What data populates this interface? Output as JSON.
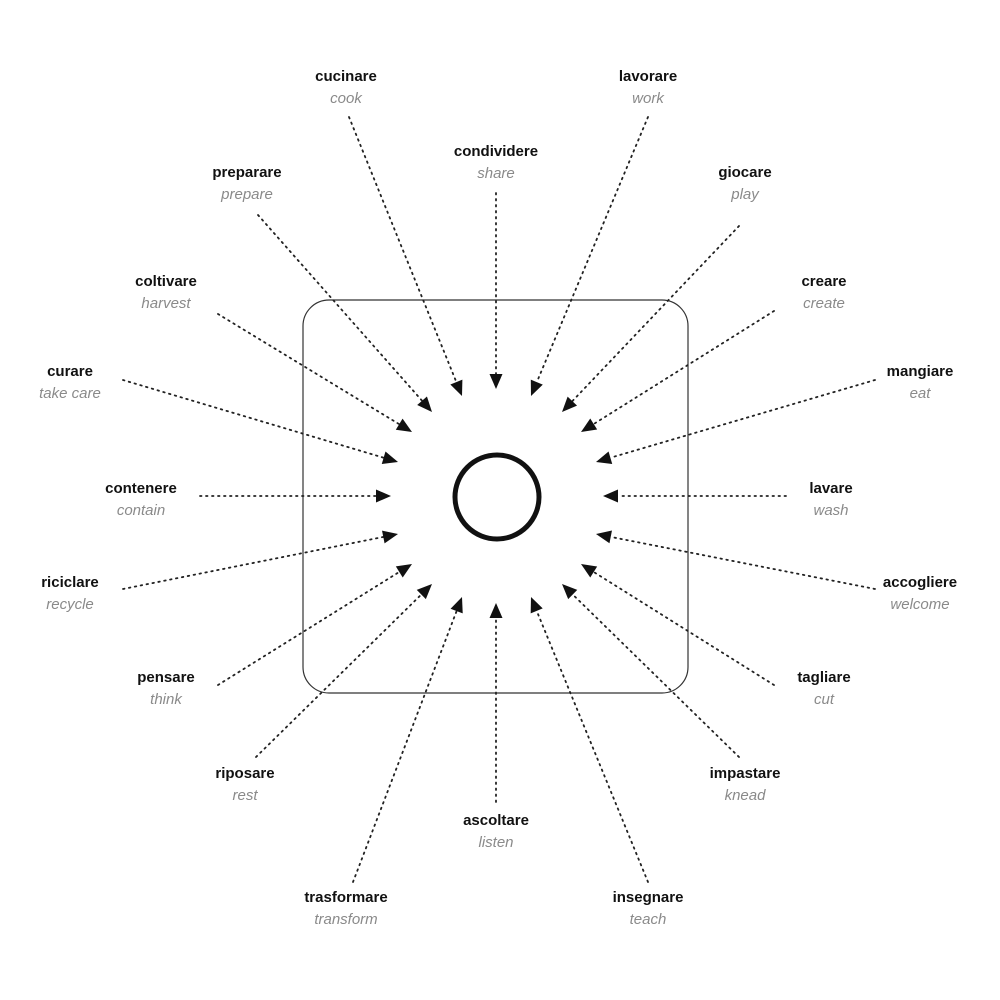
{
  "colors": {
    "ink": "#111111",
    "translation": "#8a8a8a",
    "frame": "#333333",
    "background": "#ffffff"
  },
  "diagram": {
    "center": {
      "icon": "circle-ring"
    },
    "actions": [
      {
        "id": "cucinare",
        "word": "cucinare",
        "translation": "cook"
      },
      {
        "id": "lavorare",
        "word": "lavorare",
        "translation": "work"
      },
      {
        "id": "condividere",
        "word": "condividere",
        "translation": "share"
      },
      {
        "id": "preparare",
        "word": "preparare",
        "translation": "prepare"
      },
      {
        "id": "giocare",
        "word": "giocare",
        "translation": "play"
      },
      {
        "id": "coltivare",
        "word": "coltivare",
        "translation": "harvest"
      },
      {
        "id": "creare",
        "word": "creare",
        "translation": "create"
      },
      {
        "id": "curare",
        "word": "curare",
        "translation": "take care"
      },
      {
        "id": "mangiare",
        "word": "mangiare",
        "translation": "eat"
      },
      {
        "id": "contenere",
        "word": "contenere",
        "translation": "contain"
      },
      {
        "id": "lavare",
        "word": "lavare",
        "translation": "wash"
      },
      {
        "id": "riciclare",
        "word": "riciclare",
        "translation": "recycle"
      },
      {
        "id": "accogliere",
        "word": "accogliere",
        "translation": "welcome"
      },
      {
        "id": "pensare",
        "word": "pensare",
        "translation": "think"
      },
      {
        "id": "tagliare",
        "word": "tagliare",
        "translation": "cut"
      },
      {
        "id": "riposare",
        "word": "riposare",
        "translation": "rest"
      },
      {
        "id": "impastare",
        "word": "impastare",
        "translation": "knead"
      },
      {
        "id": "ascoltare",
        "word": "ascoltare",
        "translation": "listen"
      },
      {
        "id": "trasformare",
        "word": "trasformare",
        "translation": "transform"
      },
      {
        "id": "insegnare",
        "word": "insegnare",
        "translation": "teach"
      }
    ]
  }
}
